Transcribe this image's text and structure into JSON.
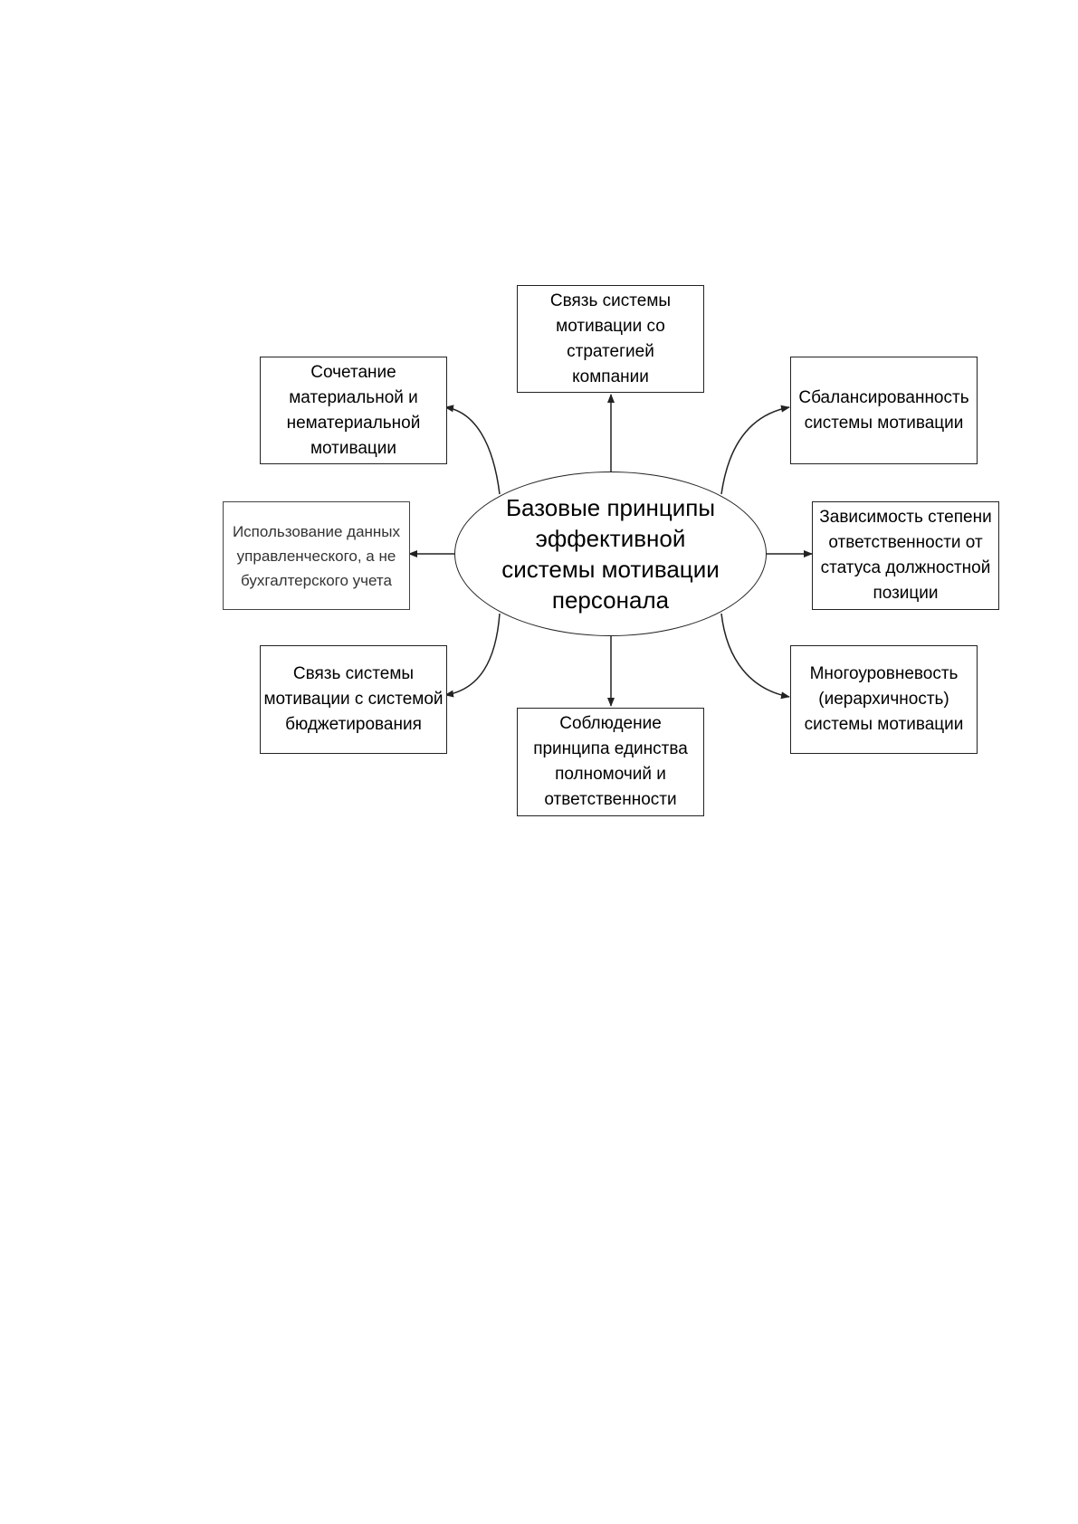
{
  "diagram": {
    "center": {
      "text": "Базовые принципы эффективной системы мотивации персонала"
    },
    "nodes": [
      {
        "id": "top",
        "text": "Связь системы мотивации со стратегией компании"
      },
      {
        "id": "top-left",
        "text": "Сочетание материальной и нематериальной мотивации"
      },
      {
        "id": "top-right",
        "text": "Сбалансированность системы мотивации"
      },
      {
        "id": "left",
        "text": "Использование данных управленческого, а не бухгалтерского учета"
      },
      {
        "id": "right",
        "text": "Зависимость степени ответственности от статуса должностной позиции"
      },
      {
        "id": "bottom-left",
        "text": "Связь системы мотивации с системой бюджетирования"
      },
      {
        "id": "bottom",
        "text": "Соблюдение принципа единства полномочий и ответственности"
      },
      {
        "id": "bottom-right",
        "text": "Многоуровневость (иерархичность) системы мотивации"
      }
    ],
    "edges": [
      {
        "from": "center",
        "to": "top"
      },
      {
        "from": "center",
        "to": "top-left"
      },
      {
        "from": "center",
        "to": "top-right"
      },
      {
        "from": "center",
        "to": "left"
      },
      {
        "from": "center",
        "to": "right"
      },
      {
        "from": "center",
        "to": "bottom-left"
      },
      {
        "from": "center",
        "to": "bottom"
      },
      {
        "from": "center",
        "to": "bottom-right"
      }
    ]
  },
  "colors": {
    "line": "#222222",
    "background": "#ffffff",
    "text": "#000000"
  }
}
